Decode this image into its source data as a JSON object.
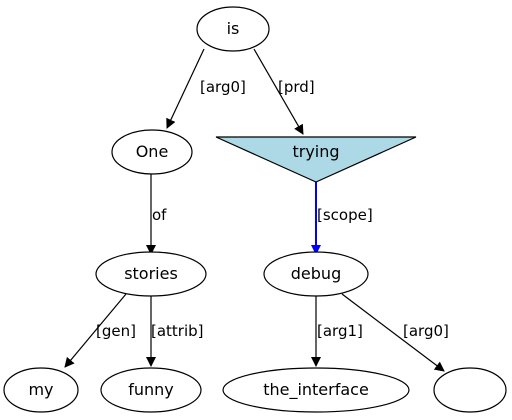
{
  "diagram": {
    "nodes": [
      {
        "id": "is",
        "label": "is",
        "shape": "ellipse"
      },
      {
        "id": "one",
        "label": "One",
        "shape": "ellipse"
      },
      {
        "id": "trying",
        "label": "trying",
        "shape": "inverted-triangle",
        "fill": "#add8e6"
      },
      {
        "id": "stories",
        "label": "stories",
        "shape": "ellipse"
      },
      {
        "id": "debug",
        "label": "debug",
        "shape": "ellipse"
      },
      {
        "id": "my",
        "label": "my",
        "shape": "ellipse"
      },
      {
        "id": "funny",
        "label": "funny",
        "shape": "ellipse"
      },
      {
        "id": "the_interface",
        "label": "the_interface",
        "shape": "ellipse"
      },
      {
        "id": "blank",
        "label": "",
        "shape": "ellipse"
      }
    ],
    "edges": [
      {
        "from": "is",
        "to": "one",
        "label": "[arg0]",
        "color": "#000000"
      },
      {
        "from": "is",
        "to": "trying",
        "label": "[prd]",
        "color": "#000000"
      },
      {
        "from": "one",
        "to": "stories",
        "label": "of",
        "color": "#000000"
      },
      {
        "from": "trying",
        "to": "debug",
        "label": "[scope]",
        "color": "#0000ff"
      },
      {
        "from": "stories",
        "to": "my",
        "label": "[gen]",
        "color": "#000000"
      },
      {
        "from": "stories",
        "to": "funny",
        "label": "[attrib]",
        "color": "#000000"
      },
      {
        "from": "debug",
        "to": "the_interface",
        "label": "[arg1]",
        "color": "#000000"
      },
      {
        "from": "debug",
        "to": "blank",
        "label": "[arg0]",
        "color": "#000000"
      }
    ]
  }
}
